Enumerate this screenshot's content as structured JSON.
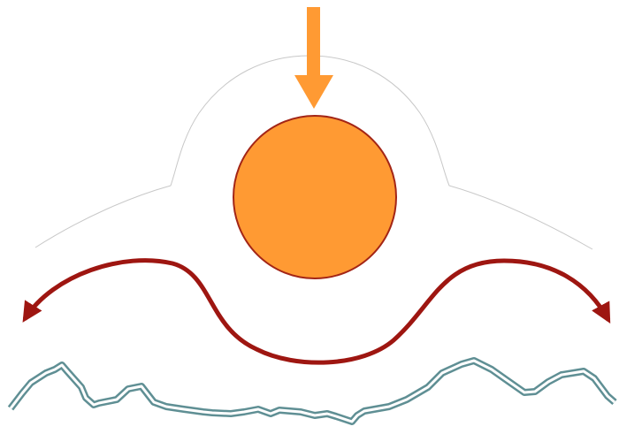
{
  "diagram": {
    "colors": {
      "background": "#ffffff",
      "down_arrow": "#ff9a33",
      "circle_fill": "#ff9a33",
      "circle_stroke": "#a32516",
      "wave_arrow": "#9e1611",
      "outline": "#c8c8c8",
      "ground_line": "#5f8f94",
      "ground_fill": "#ffffff"
    },
    "elements": {
      "down_arrow": "downward-arrow",
      "circle": "orange-circle",
      "dome": "dome-outline",
      "wave": "double-headed-wave-arrow",
      "ground": "rocky-ground-line"
    }
  }
}
